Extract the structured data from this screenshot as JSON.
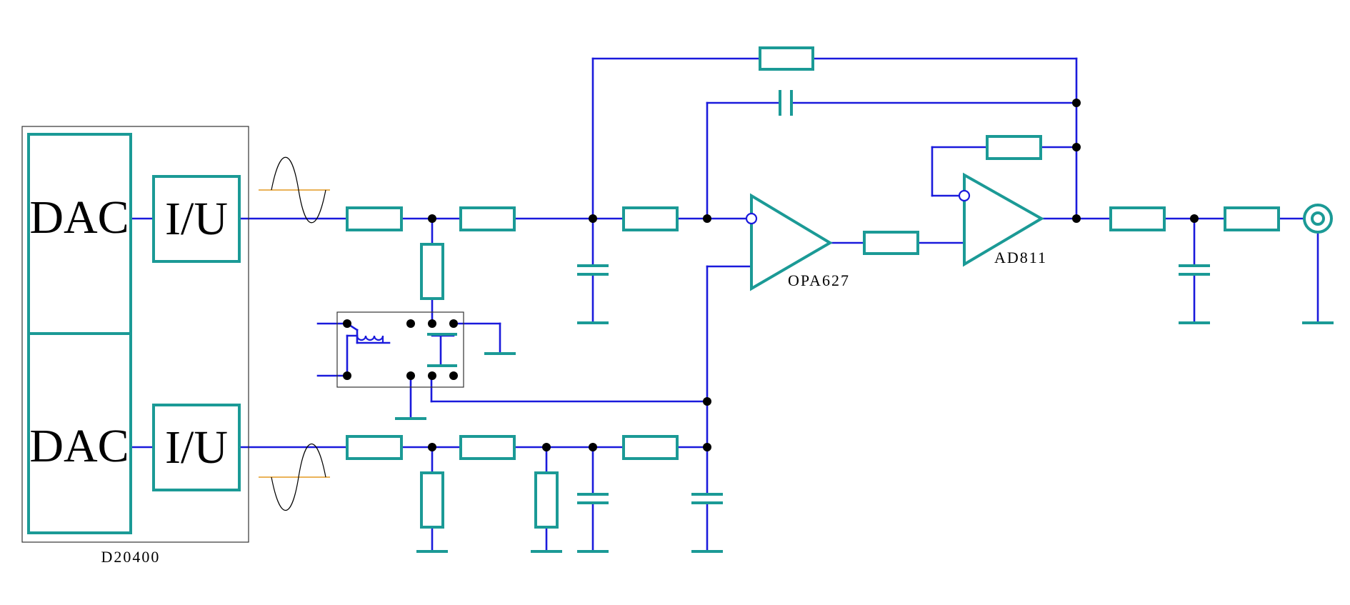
{
  "colors": {
    "wire": "#1a1adc",
    "component": "#1b9a96",
    "junction": "#000000",
    "signal_axis": "#e39a22"
  },
  "labels": {
    "dac_top": "DAC",
    "dac_bottom": "DAC",
    "iu_top": "I/U",
    "iu_bottom": "I/U",
    "chip": "D20400",
    "opamp1": "OPA627",
    "opamp2": "AD811"
  }
}
